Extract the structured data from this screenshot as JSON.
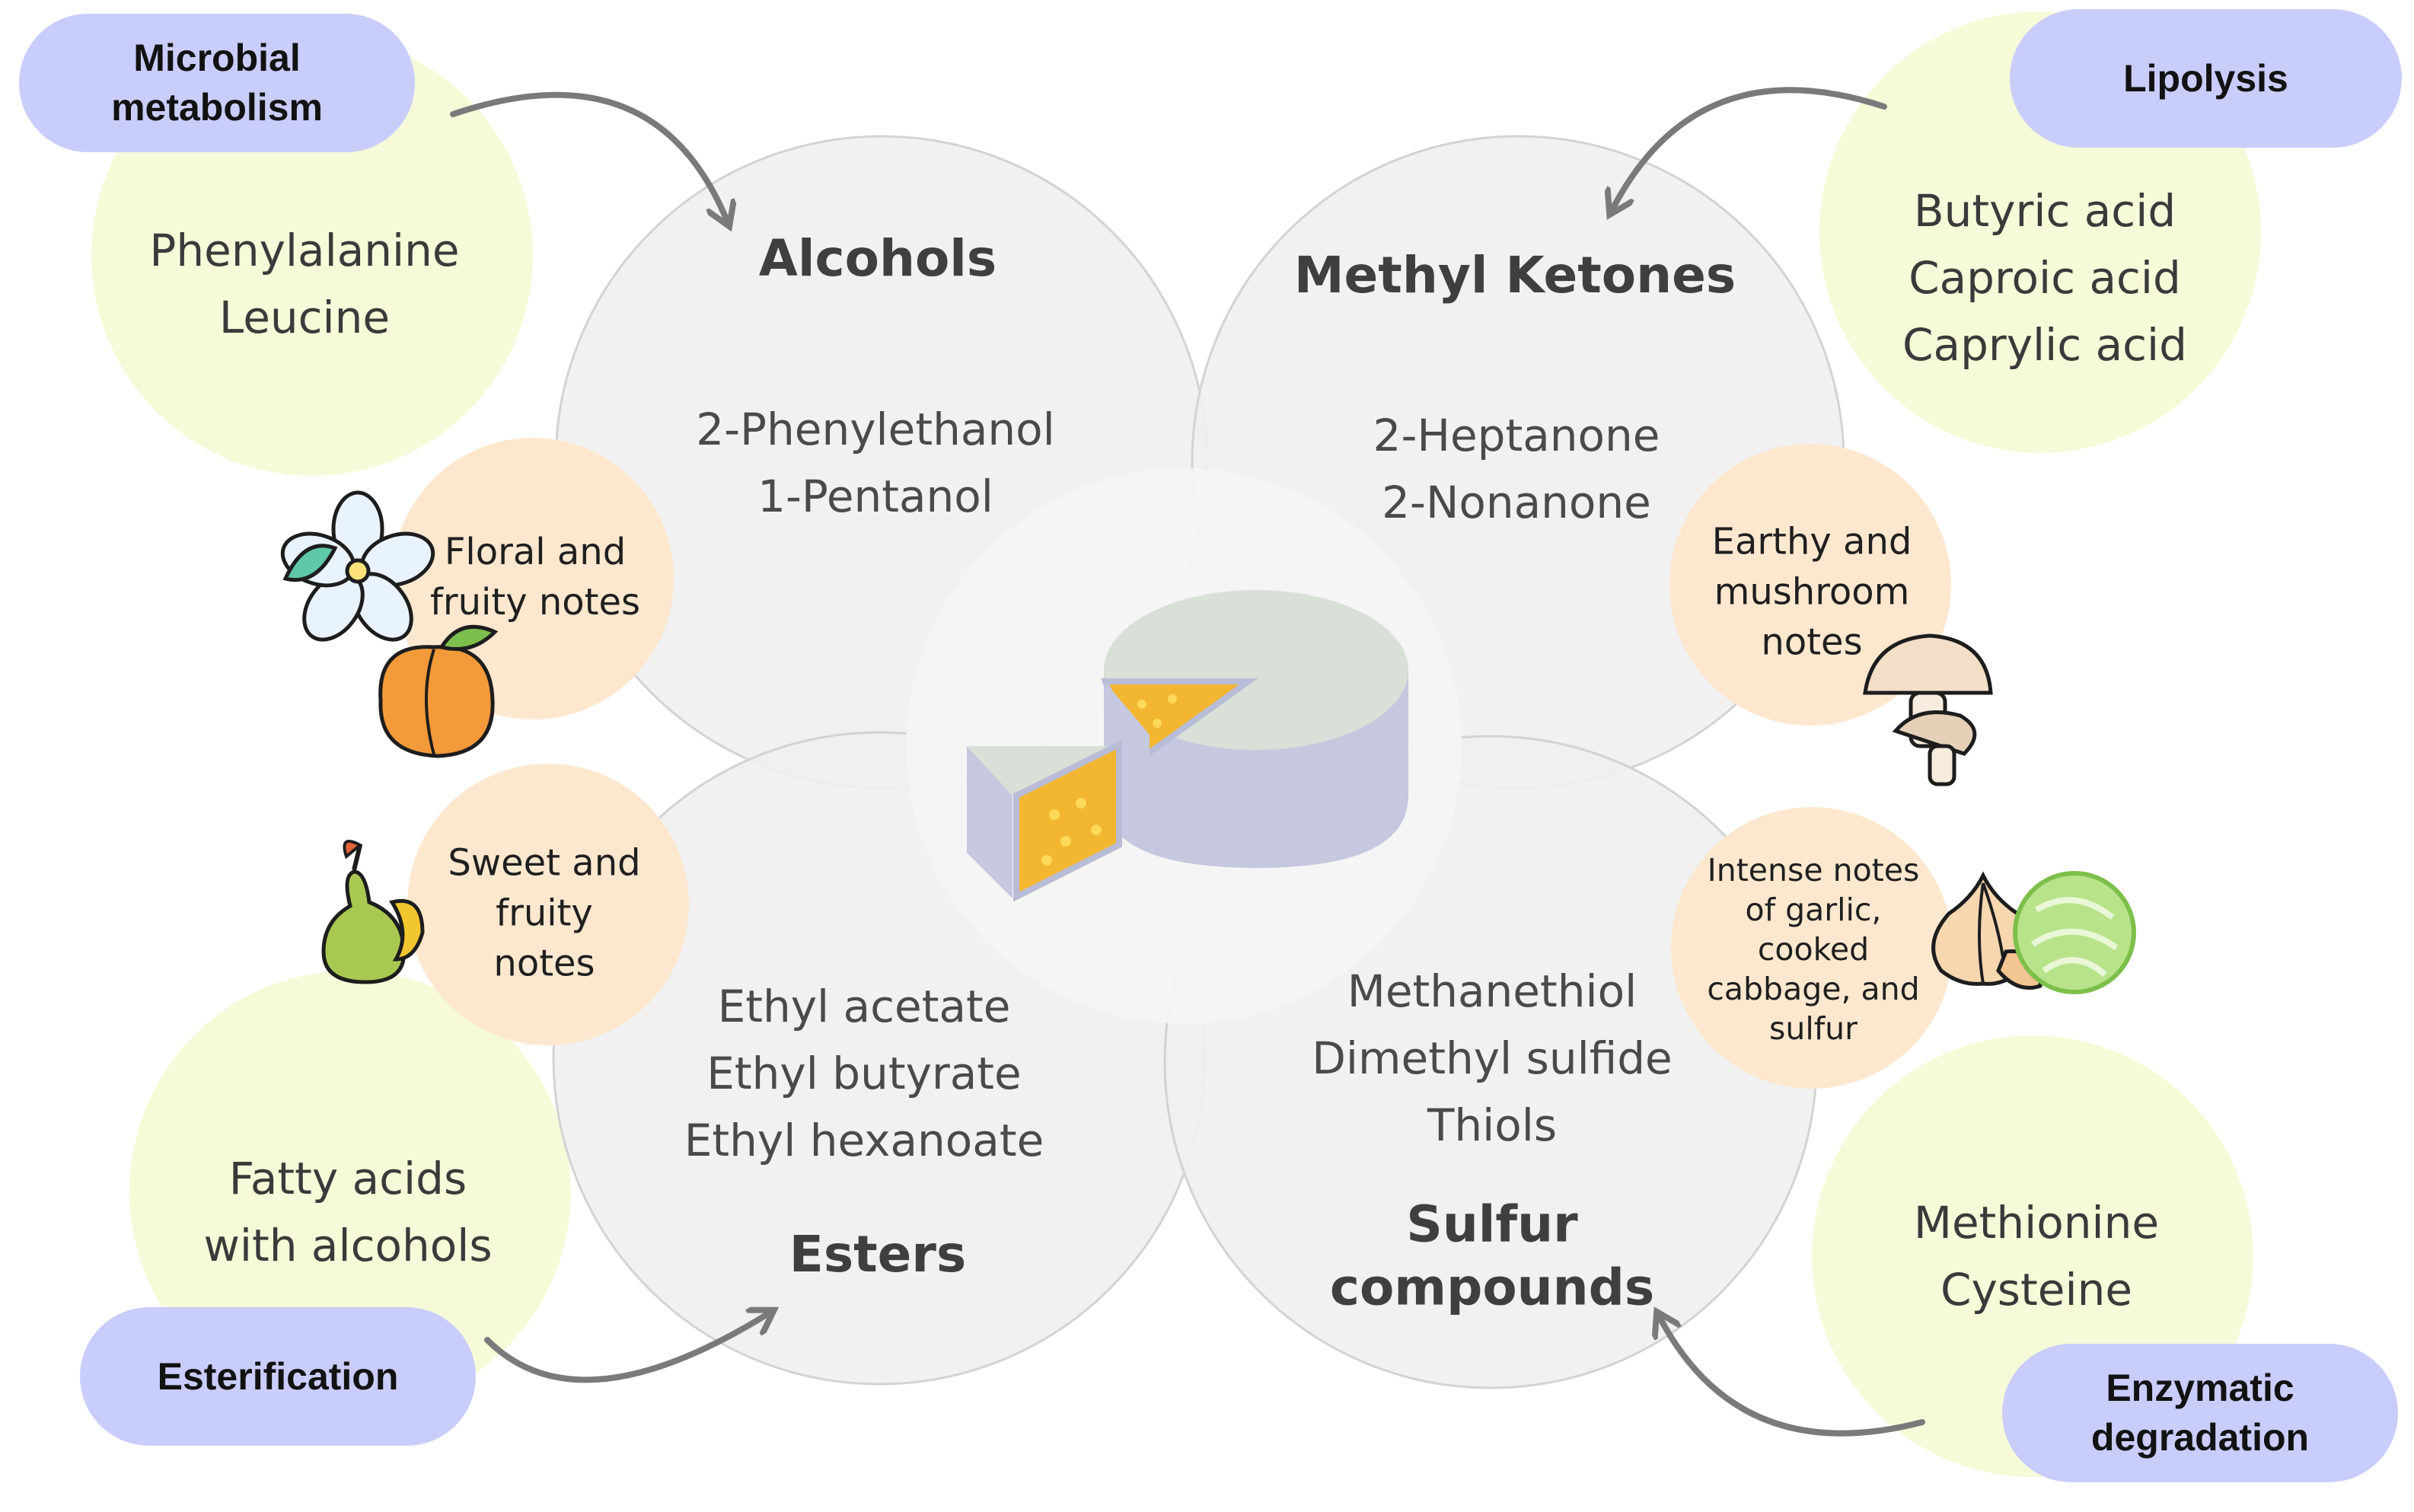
{
  "colors": {
    "page_background": "#ffffff",
    "main_circle": "#ededed",
    "precursor_circle": "#f6fad8",
    "note_circle": "#fde8cf",
    "process_pill": "#c9cdfb",
    "arrow": "#7a7a7a"
  },
  "groups": {
    "alcohols": {
      "title": "Alcohols",
      "compounds": [
        "2-Phenylethanol",
        "1-Pentanol"
      ],
      "precursors": [
        "Phenylalanine",
        "Leucine"
      ],
      "process": [
        "Microbial",
        "metabolism"
      ],
      "note": [
        "Floral and",
        "fruity notes"
      ],
      "note_icons": [
        "flower-icon",
        "peach-icon"
      ]
    },
    "methyl_ketones": {
      "title": "Methyl Ketones",
      "compounds": [
        "2-Heptanone",
        "2-Nonanone"
      ],
      "precursors": [
        "Butyric acid",
        "Caproic acid",
        "Caprylic acid"
      ],
      "process": [
        "Lipolysis"
      ],
      "note": [
        "Earthy and",
        "mushroom",
        "notes"
      ],
      "note_icons": [
        "mushroom-icon"
      ]
    },
    "esters": {
      "title": "Esters",
      "compounds": [
        "Ethyl acetate",
        "Ethyl butyrate",
        "Ethyl hexanoate"
      ],
      "precursors": [
        "Fatty acids",
        "with alcohols"
      ],
      "process": [
        "Esterification"
      ],
      "note": [
        "Sweet and",
        "fruity",
        "notes"
      ],
      "note_icons": [
        "pear-icon"
      ]
    },
    "sulfur": {
      "title": [
        "Sulfur",
        "compounds"
      ],
      "compounds": [
        "Methanethiol",
        "Dimethyl sulfide",
        "Thiols"
      ],
      "precursors": [
        "Methionine",
        "Cysteine"
      ],
      "process": [
        "Enzymatic",
        "degradation"
      ],
      "note": [
        "Intense notes",
        "of garlic,",
        "cooked",
        "cabbage, and",
        "sulfur"
      ],
      "note_icons": [
        "garlic-icon",
        "cabbage-icon"
      ]
    }
  },
  "center_icon": "cheese-wheel-icon"
}
